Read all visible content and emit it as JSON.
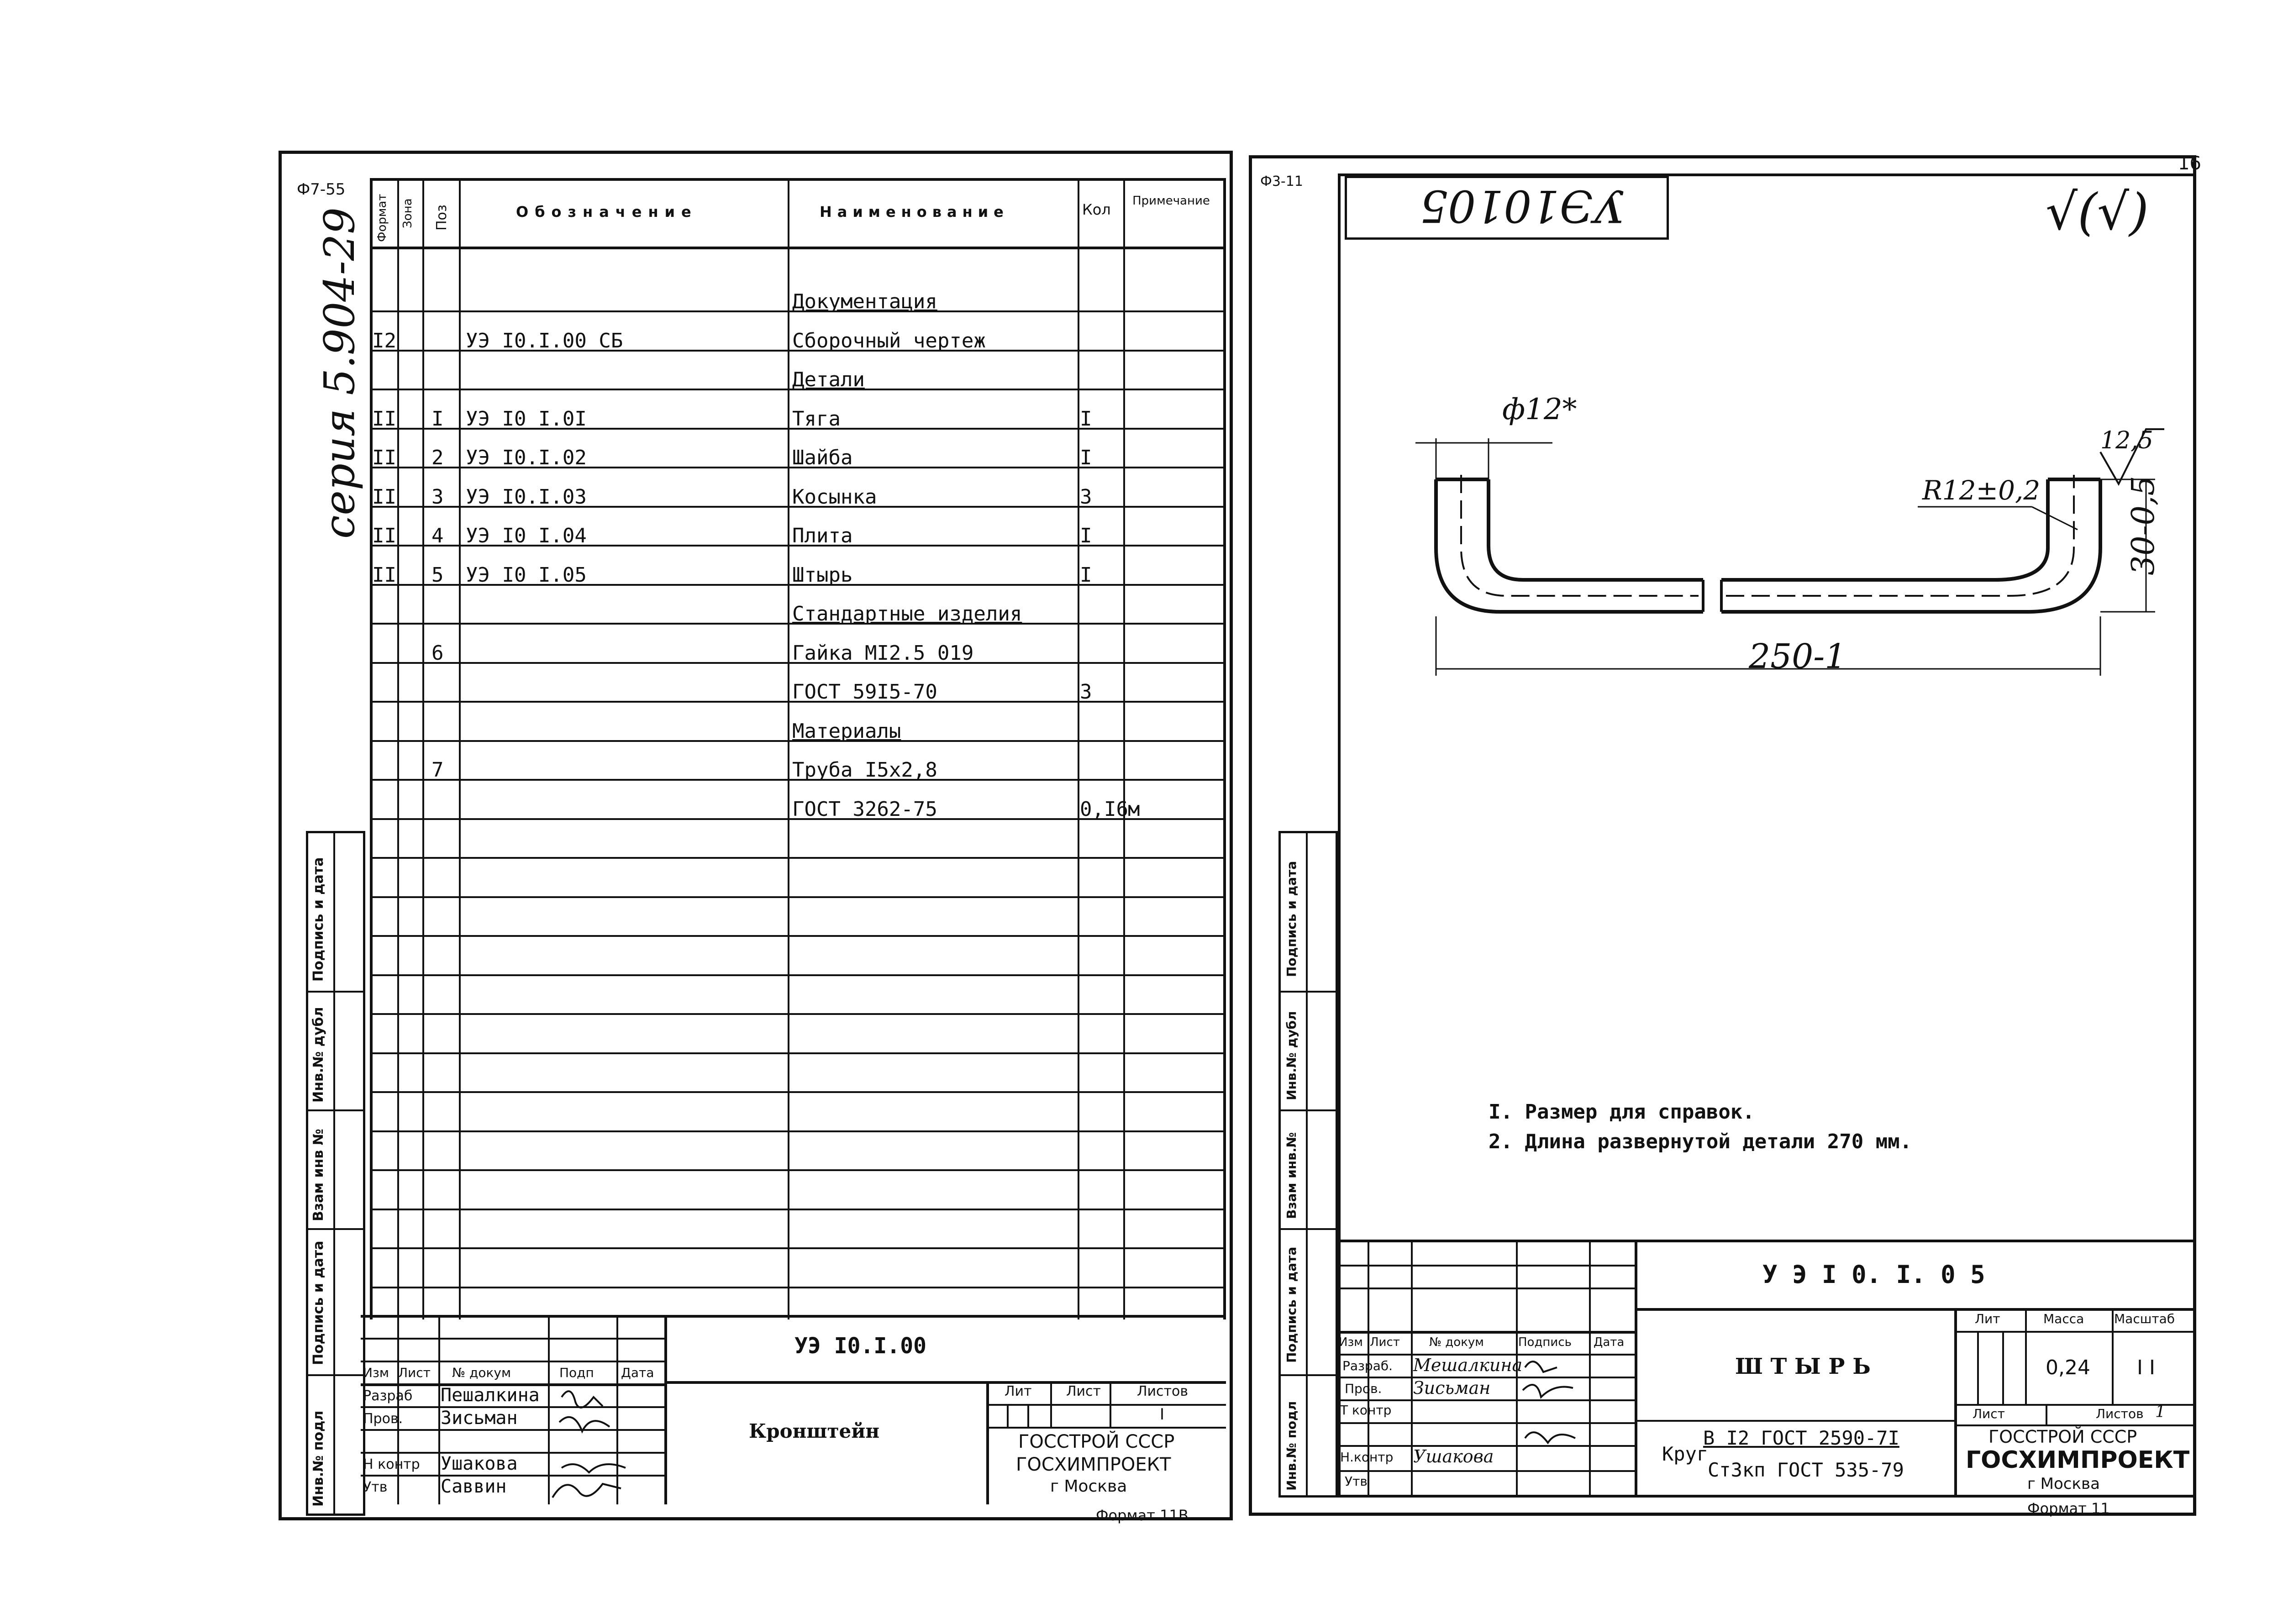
{
  "left_sheet": {
    "corner_label": "Ф7-55",
    "series_note": "серия 5.904-29",
    "headers": {
      "format": "Формат",
      "zone": "Зона",
      "pos": "Поз",
      "designation": "Обозначение",
      "name": "Наименование",
      "qty": "Кол",
      "note": "Примечание"
    },
    "rows": [
      {
        "format": "",
        "pos": "",
        "designation": "",
        "name": "Документация",
        "qty": "",
        "note": "",
        "section": true
      },
      {
        "format": "I2",
        "pos": "",
        "designation": "УЭ I0.I.00 СБ",
        "name": "Сборочный чертеж",
        "qty": "",
        "note": ""
      },
      {
        "format": "",
        "pos": "",
        "designation": "",
        "name": "Детали",
        "qty": "",
        "note": "",
        "section": true
      },
      {
        "format": "II",
        "pos": "I",
        "designation": "УЭ I0 I.0I",
        "name": "Тяга",
        "qty": "I",
        "note": ""
      },
      {
        "format": "II",
        "pos": "2",
        "designation": "УЭ I0.I.02",
        "name": "Шайба",
        "qty": "I",
        "note": ""
      },
      {
        "format": "II",
        "pos": "3",
        "designation": "УЭ I0.I.03",
        "name": "Косынка",
        "qty": "3",
        "note": ""
      },
      {
        "format": "II",
        "pos": "4",
        "designation": "УЭ I0 I.04",
        "name": "Плита",
        "qty": "I",
        "note": ""
      },
      {
        "format": "II",
        "pos": "5",
        "designation": "УЭ I0 I.05",
        "name": "Штырь",
        "qty": "I",
        "note": ""
      },
      {
        "format": "",
        "pos": "",
        "designation": "",
        "name": "Стандартные изделия",
        "qty": "",
        "note": "",
        "section": true
      },
      {
        "format": "",
        "pos": "6",
        "designation": "",
        "name": "Гайка МI2.5 019",
        "qty": "",
        "note": ""
      },
      {
        "format": "",
        "pos": "",
        "designation": "",
        "name": "ГОСТ 59I5-70",
        "qty": "3",
        "note": ""
      },
      {
        "format": "",
        "pos": "",
        "designation": "",
        "name": "Материалы",
        "qty": "",
        "note": "",
        "section": true
      },
      {
        "format": "",
        "pos": "7",
        "designation": "",
        "name": "Труба I5x2,8",
        "qty": "",
        "note": ""
      },
      {
        "format": "",
        "pos": "",
        "designation": "",
        "name": "ГОСТ  3262-75",
        "qty": "0,I6",
        "note": "м"
      }
    ],
    "side_stamp": [
      "Подпись и дата",
      "Инв.№ дубл",
      "Взам инв №",
      "Подпись и дата",
      "Инв.№ подл"
    ],
    "title_block": {
      "doc_code": "УЭ I0.I.00",
      "doc_name": "Кронштейн",
      "col_headers": [
        "Изм",
        "Лист",
        "№ докум",
        "Подп",
        "Дата"
      ],
      "roles": [
        "Разраб",
        "Пров.",
        "",
        "Н контр",
        "Утв"
      ],
      "names": [
        "Пешалкина",
        "Зисьман",
        "",
        "Ушакова",
        "Саввин"
      ],
      "lit_label": "Лит",
      "sheet_label": "Лист",
      "sheets_label": "Листов",
      "sheets_value": "I",
      "org_lines": [
        "ГОССТРОЙ СССР",
        "ГОСХИМПРОЕКТ",
        "г  Москва"
      ],
      "format_note": "Формат 11В"
    }
  },
  "right_sheet": {
    "corner_label": "Ф3-11",
    "page_number": "16",
    "stamp_code": "УЭ10105",
    "roughness": "√(√)",
    "drawing": {
      "dim_diameter": "ф12*",
      "dim_radius": "R12±0,2",
      "dim_height": "30-0,5",
      "dim_length": "250-1",
      "dim_roughness": "12,5"
    },
    "notes": [
      "I. Размер для справок.",
      "2. Длина развернутой детали 270 мм."
    ],
    "side_stamp": [
      "Подпись и дата",
      "Инв.№ дубл",
      "Взам инв.№",
      "Подпись и дата",
      "Инв.№ подл"
    ],
    "title_block": {
      "doc_code": "У Э   I 0. I. 0 5",
      "doc_name": "Ш Т Ы Р Ь",
      "col_headers": [
        "Изм",
        "Лист",
        "№ докум",
        "Подпись",
        "Дата"
      ],
      "roles": [
        "Разраб.",
        "Пров.",
        "Т контр",
        "",
        "Н.контр",
        "Утв"
      ],
      "names": [
        "Мешалкина",
        "Зисьман",
        "",
        "",
        "Ушакова",
        ""
      ],
      "lit_label": "Лит",
      "mass_label": "Масса",
      "scale_label": "Масштаб",
      "mass_value": "0,24",
      "scale_value": "I I",
      "sheet_label": "Лист",
      "sheets_label": "Листов",
      "sheets_value": "1",
      "material_prefix": "Круг",
      "material_top": "В I2 ГОСТ 2590-7I",
      "material_bottom": "Ст3кп ГОСТ 535-79",
      "org_lines": [
        "ГОССТРОЙ СССР",
        "ГОСХИМПРОЕКТ",
        "г  Москва"
      ],
      "format_note": "Формат 11"
    }
  }
}
